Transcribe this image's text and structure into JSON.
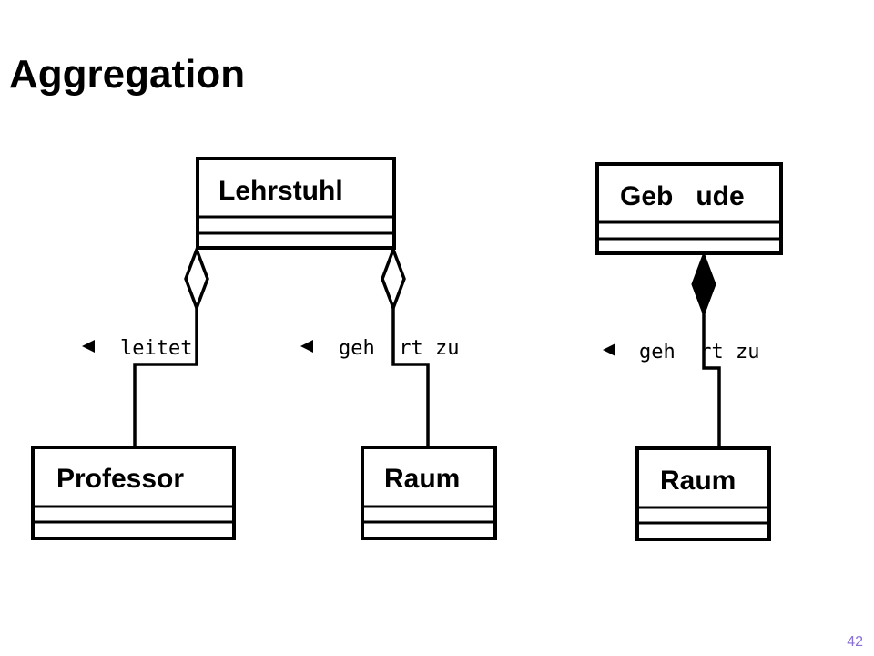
{
  "slide": {
    "title": "Aggregation",
    "page_number": "42",
    "accent_color": "#8a6fd6"
  },
  "diagram": {
    "classes": {
      "lehrstuhl": "Lehrstuhl",
      "professor": "Professor",
      "raum_left": "Raum",
      "gebaeude": "Geb   ude",
      "raum_right": "Raum"
    },
    "associations": {
      "leitet": "leitet",
      "gehoert_zu_left": "geh  rt zu",
      "gehoert_zu_right": "geh  rt zu"
    },
    "direction_icon": "triangle-left-icon",
    "aggregation_icon": "hollow-diamond-icon",
    "composition_icon": "filled-diamond-icon"
  }
}
